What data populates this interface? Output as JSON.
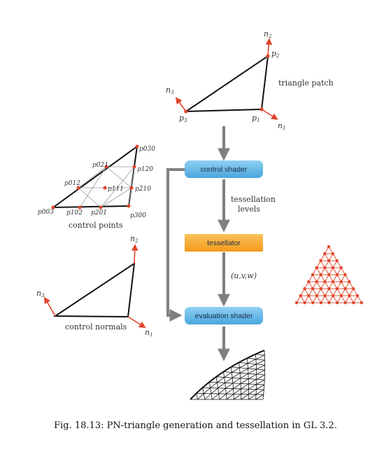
{
  "patch": {
    "p1": "p",
    "p1_sub": "1",
    "p2": "p",
    "p2_sub": "2",
    "p3": "p",
    "p3_sub": "3",
    "n1": "n",
    "n1_sub": "1",
    "n2": "n",
    "n2_sub": "2",
    "n3": "n",
    "n3_sub": "3",
    "title": "triangle patch"
  },
  "control_points": {
    "labels": {
      "p030": "p030",
      "p021": "p021",
      "p120": "p120",
      "p012": "p012",
      "p111": "p111",
      "p210": "p210",
      "p003": "p003",
      "p102": "p102",
      "p201": "p201",
      "p300": "p300"
    },
    "caption": "control points"
  },
  "control_normals": {
    "n1": "n",
    "n1_sub": "1",
    "n2": "n",
    "n2_sub": "2",
    "n3": "n",
    "n3_sub": "3",
    "caption": "control normals"
  },
  "pipeline": {
    "control_shader": "control shader",
    "tess_levels_1": "tessellation",
    "tess_levels_2": "levels",
    "tessellator": "tessellator",
    "uvw": "(u,v,w)",
    "evaluation_shader": "evaluation shader"
  },
  "colors": {
    "shader_box": "#5db7e8",
    "tessellator_box": "#f5a623",
    "arrow": "#808080",
    "normal": "#e0452a",
    "point": "#e0452a"
  },
  "caption": "Fig. 18.13: PN-triangle generation and tessellation in GL 3.2."
}
